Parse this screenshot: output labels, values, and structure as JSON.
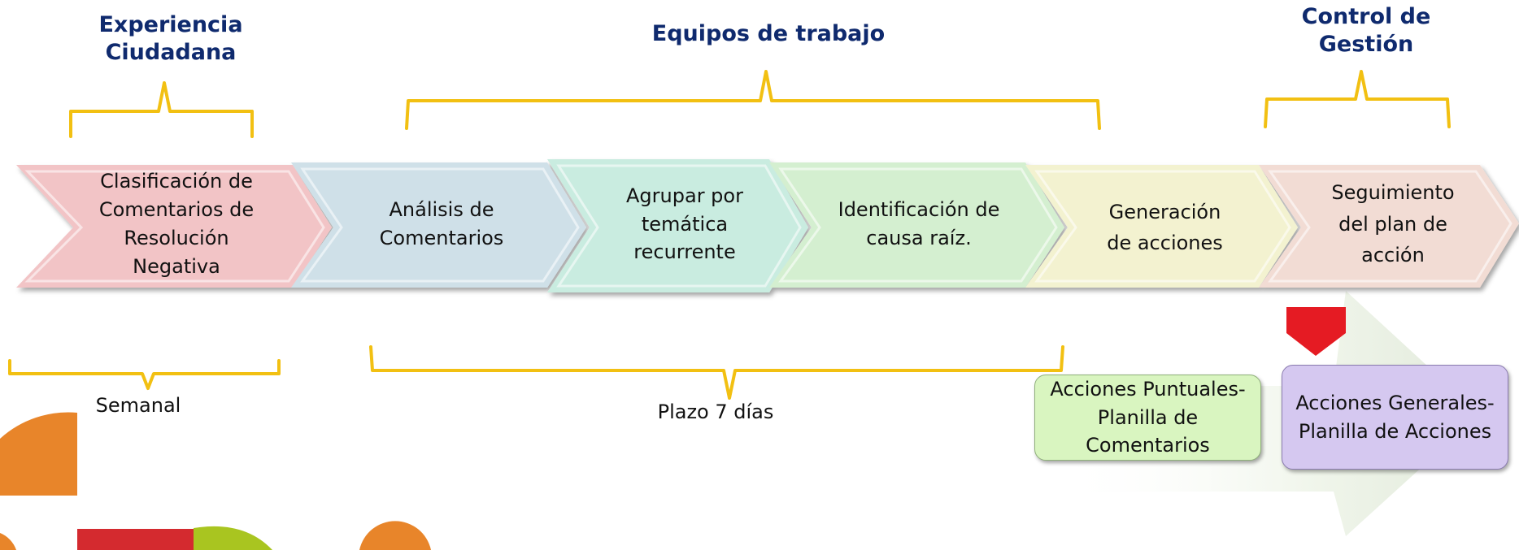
{
  "headers": {
    "experiencia": "Experiencia Ciudadana",
    "equipos": "Equipos de trabajo",
    "control": "Control de Gestión"
  },
  "steps": [
    {
      "label": "Clasificación de Comentarios de Resolución Negativa",
      "color": "#f2c4c6"
    },
    {
      "label": "Análisis de Comentarios",
      "color": "#cfe0e8"
    },
    {
      "label": "Agrupar por temática recurrente",
      "color": "#c9ece0"
    },
    {
      "label": "Identificación de causa raíz.",
      "color": "#d4efd0"
    },
    {
      "label": "Generación de acciones",
      "color": "#f3f2d0"
    },
    {
      "label": "Seguimiento del plan de acción",
      "color": "#f2dcd4"
    }
  ],
  "timeframes": {
    "semanal": "Semanal",
    "plazo": "Plazo 7 días"
  },
  "outputs": {
    "puntuales": "Acciones Puntuales- Planilla de Comentarios",
    "generales": "Acciones Generales-Planilla de Acciones"
  },
  "colors": {
    "bracket": "#f2c012",
    "header_text": "#0f2a6e",
    "down_arrow": "#e51b23",
    "puntuales_box": "#d9f5c0",
    "generales_box": "#d5c8f0",
    "deco_orange": "#e8852a",
    "deco_red": "#d42a2f",
    "deco_green": "#a9c520"
  }
}
